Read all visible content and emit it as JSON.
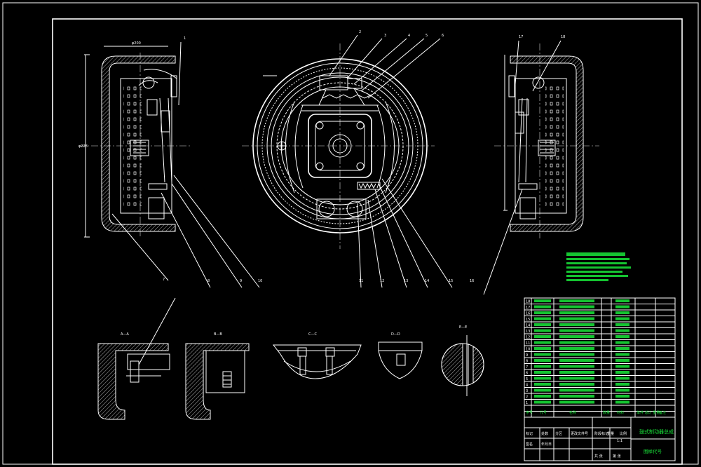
{
  "sheet": {
    "background": "#000000",
    "line_color": "#ffffff",
    "text_color": "#19e63a"
  },
  "views": {
    "section_a": "A—A",
    "section_b": "B—B",
    "section_c": "C—C",
    "section_d": "D—D",
    "section_e": "E—E"
  },
  "callouts": [
    "1",
    "2",
    "3",
    "4",
    "5",
    "6",
    "7",
    "8",
    "9",
    "10",
    "11",
    "12",
    "13",
    "14",
    "15",
    "16",
    "17",
    "18"
  ],
  "title_block": {
    "drawing_title": "鼓式制动器总成",
    "drawing_number": "图样代号",
    "headers": [
      "序号",
      "代号",
      "名称",
      "数量",
      "材料",
      "单件 总计 重量",
      "备注"
    ],
    "sign_labels": [
      "标记",
      "处数",
      "分区",
      "更改文件号",
      "签名",
      "年月日"
    ],
    "stage_labels": [
      "阶段标记",
      "重量",
      "比例"
    ],
    "scale": "1:1",
    "bottom_labels": [
      "共 张",
      "第 张"
    ]
  }
}
